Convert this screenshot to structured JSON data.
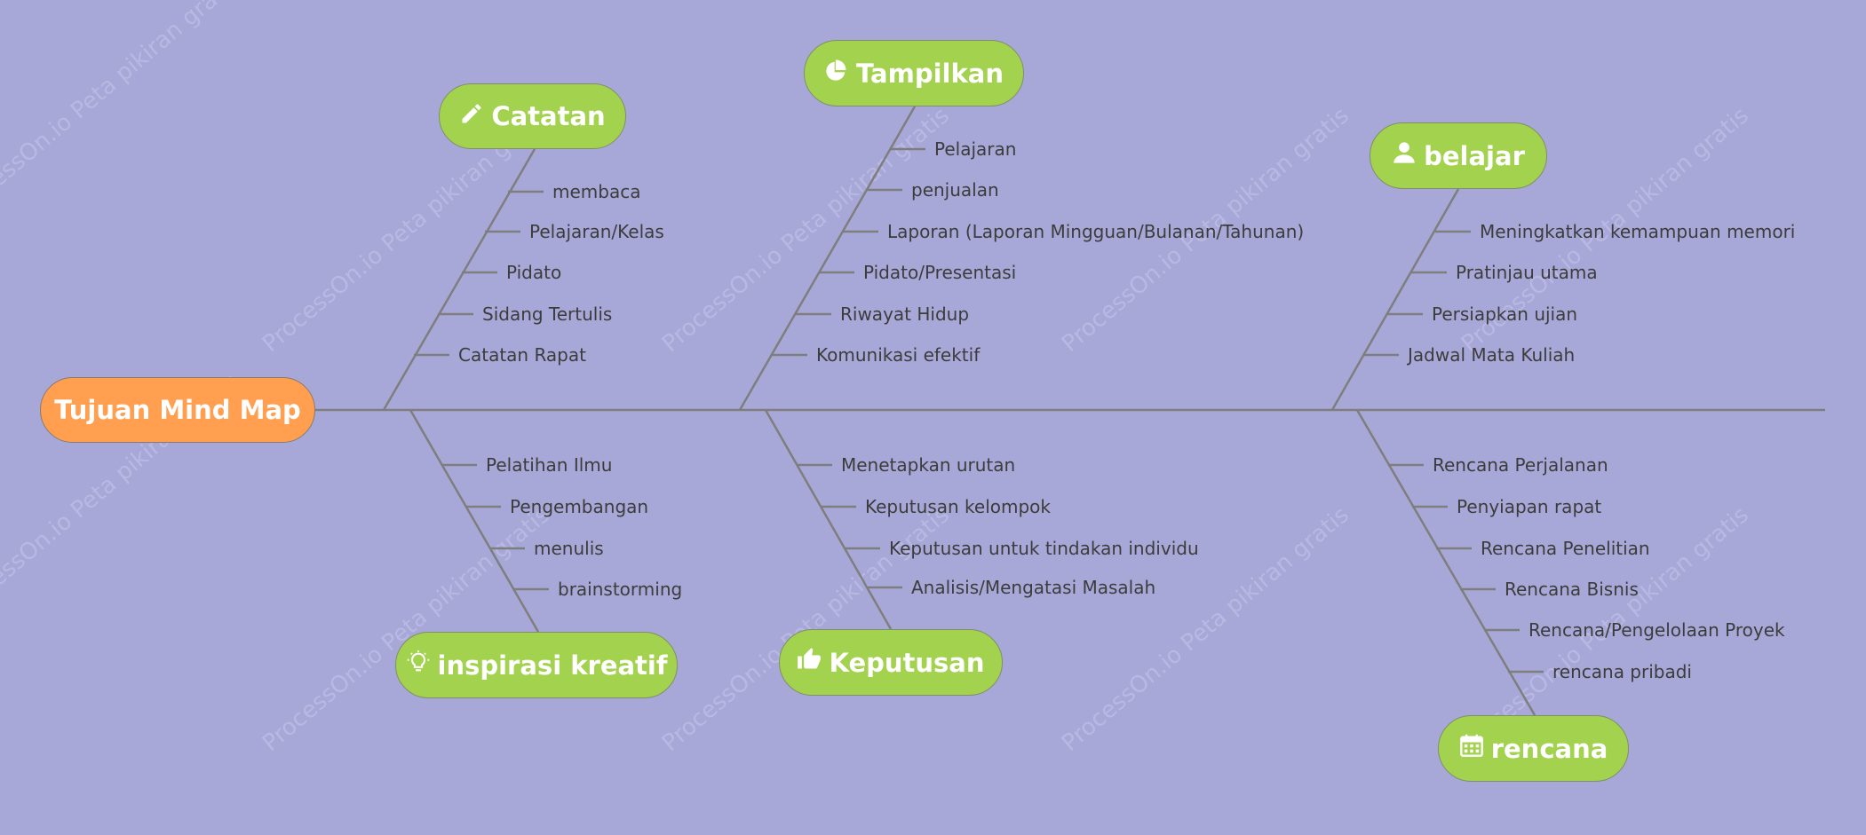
{
  "root": {
    "label": "Tujuan Mind Map"
  },
  "watermark": "ProcessOn.io Peta pikiran gratis",
  "branches": [
    {
      "id": "catatan",
      "label": "Catatan",
      "icon": "pencil-icon",
      "items": [
        "membaca",
        "Pelajaran/Kelas",
        "Pidato",
        "Sidang Tertulis",
        "Catatan Rapat"
      ]
    },
    {
      "id": "tampilkan",
      "label": "Tampilkan",
      "icon": "pie-chart-icon",
      "items": [
        "Pelajaran",
        "penjualan",
        "Laporan (Laporan Mingguan/Bulanan/Tahunan)",
        "Pidato/Presentasi",
        "Riwayat Hidup",
        "Komunikasi efektif"
      ]
    },
    {
      "id": "belajar",
      "label": "belajar",
      "icon": "user-icon",
      "items": [
        "Meningkatkan kemampuan memori",
        "Pratinjau utama",
        "Persiapkan ujian",
        "Jadwal Mata Kuliah"
      ]
    },
    {
      "id": "inspirasi",
      "label": "inspirasi kreatif",
      "icon": "lightbulb-icon",
      "items": [
        "Pelatihan Ilmu",
        "Pengembangan",
        "menulis",
        "brainstorming"
      ]
    },
    {
      "id": "keputusan",
      "label": "Keputusan",
      "icon": "thumbs-up-icon",
      "items": [
        "Menetapkan urutan",
        "Keputusan kelompok",
        "Keputusan untuk tindakan individu",
        "Analisis/Mengatasi Masalah"
      ]
    },
    {
      "id": "rencana",
      "label": "rencana",
      "icon": "calendar-icon",
      "items": [
        "Rencana Perjalanan",
        "Penyiapan rapat",
        "Rencana Penelitian",
        "Rencana Bisnis",
        "Rencana/Pengelolaan Proyek",
        "rencana pribadi"
      ]
    }
  ]
}
